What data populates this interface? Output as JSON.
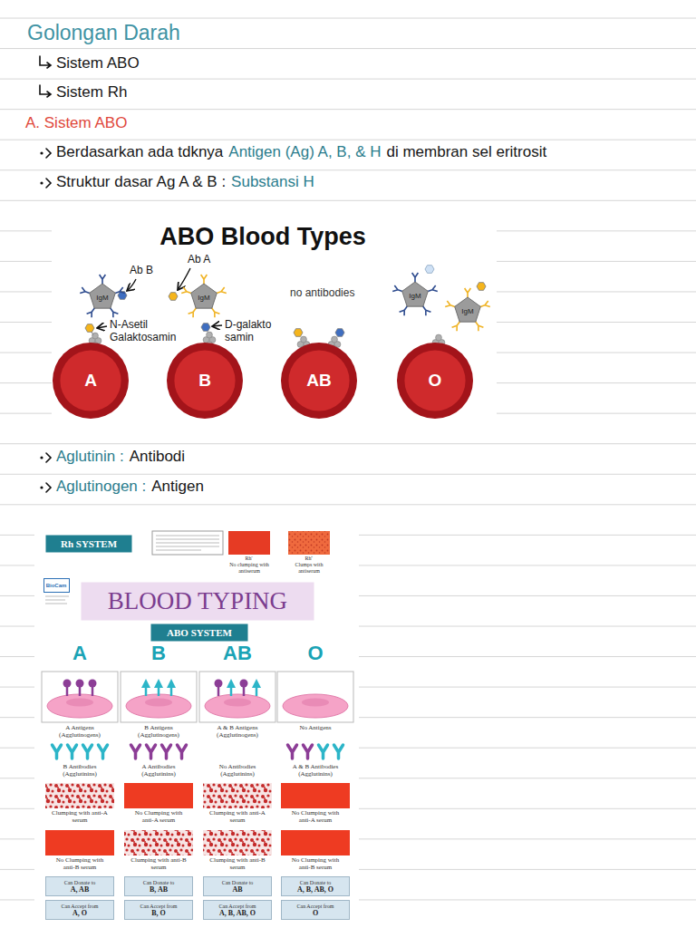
{
  "diagram": {
    "title": "Golongan Darah",
    "nodes": [
      {
        "text": [
          "IgM"
        ]
      },
      {
        "text": [
          "IgM"
        ]
      },
      {
        "text": [
          "IgM"
        ]
      },
      {
        "text": [
          "IgM"
        ]
      },
      {
        "text": [
          "A"
        ]
      },
      {
        "text": [
          "B"
        ]
      },
      {
        "text": [
          "AB"
        ]
      },
      {
        "text": [
          "O"
        ]
      },
      {
        "text": [
          "Rh SYSTEM"
        ]
      },
      {
        "text": [
          "BioCam"
        ]
      },
      {
        "text": [
          "BLOOD TYPING"
        ]
      },
      {
        "text": [
          "ABO SYSTEM"
        ]
      },
      {
        "text": [
          "Can Donate to",
          "A, AB"
        ]
      },
      {
        "text": [
          "Can Donate to",
          "B, AB"
        ]
      },
      {
        "text": [
          "Can Donate to",
          "AB"
        ]
      },
      {
        "text": [
          "Can Donate to",
          "A, B, AB, O"
        ]
      },
      {
        "text": [
          "Can Accept from",
          "A, O"
        ]
      },
      {
        "text": [
          "Can Accept from",
          "B, O"
        ]
      },
      {
        "text": [
          "Can Accept from",
          "A, B, AB, O"
        ]
      },
      {
        "text": [
          "Can Accept from",
          "O"
        ]
      }
    ],
    "labels": [
      "Sistem ABO",
      "Sistem Rh",
      "A. Sistem ABO",
      "Berdasarkan ada tdknya",
      "Antigen (Ag) A, B, & H",
      "di membran sel eritrosit",
      "Struktur dasar Ag A & B :",
      "Substansi H",
      "ABO Blood Types",
      "Ab B",
      "Ab A",
      "no antibodies",
      "N-Asetil Galaktosamin",
      "D-galakto samin",
      "Aglutinin :",
      "Antibodi",
      "Aglutinogen :",
      "Antigen",
      "Rh⁻",
      "No clumping with antiserum",
      "Rh⁺",
      "Clumps with antiserum",
      "A",
      "B",
      "AB",
      "O",
      "A Antigens (Agglutinogens)",
      "B Antigens (Agglutinogens)",
      "A & B Antigens (Agglutinogens)",
      "No Antigens",
      "B Antibodies (Agglutinins)",
      "A Antibodies (Agglutinins)",
      "No Antibodies (Agglutinins)",
      "A & B Antibodies (Agglutinins)",
      "Clumping with anti-A serum",
      "No Clumping with anti-A serum",
      "Clumping with anti-A serum",
      "No Clumping with anti-A serum",
      "No Clumping with anti-B serum",
      "Clumping with anti-B serum",
      "Clumping with anti-B serum",
      "No Clumping with anti-B serum"
    ]
  }
}
